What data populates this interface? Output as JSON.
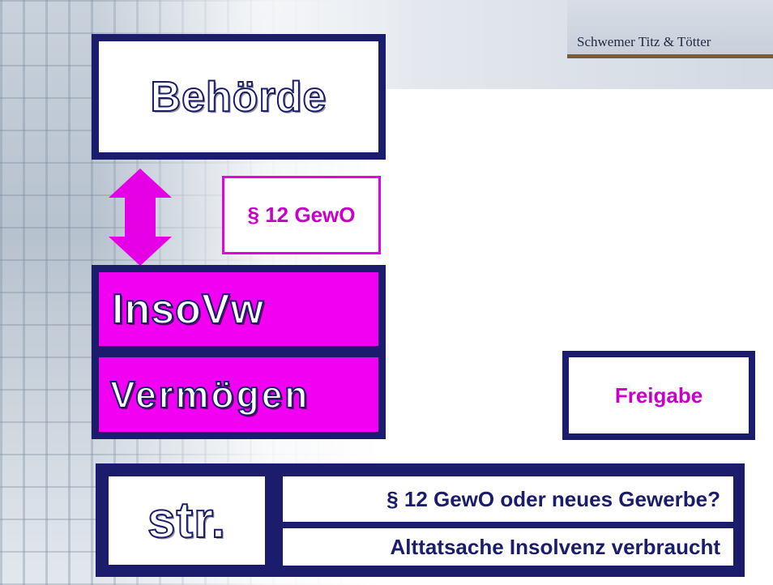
{
  "header": {
    "firm_name": "Schwemer Titz & Tötter"
  },
  "diagram": {
    "authority_label": "Behörde",
    "statute_label": "§ 12 GewO",
    "insolvency_admin_label": "InsoVw",
    "assets_label": "Vermögen",
    "release_label": "Freigabe",
    "disputed_label": "str.",
    "question_line": "§ 12 GewO oder neues Gewerbe?",
    "conclusion_line": "Alttatsache Insolvenz verbraucht"
  },
  "colors": {
    "navy": "#1b1c6b",
    "magenta": "#f200f2",
    "magenta_text": "#c800c8",
    "header_rule": "#7a5a3a"
  }
}
